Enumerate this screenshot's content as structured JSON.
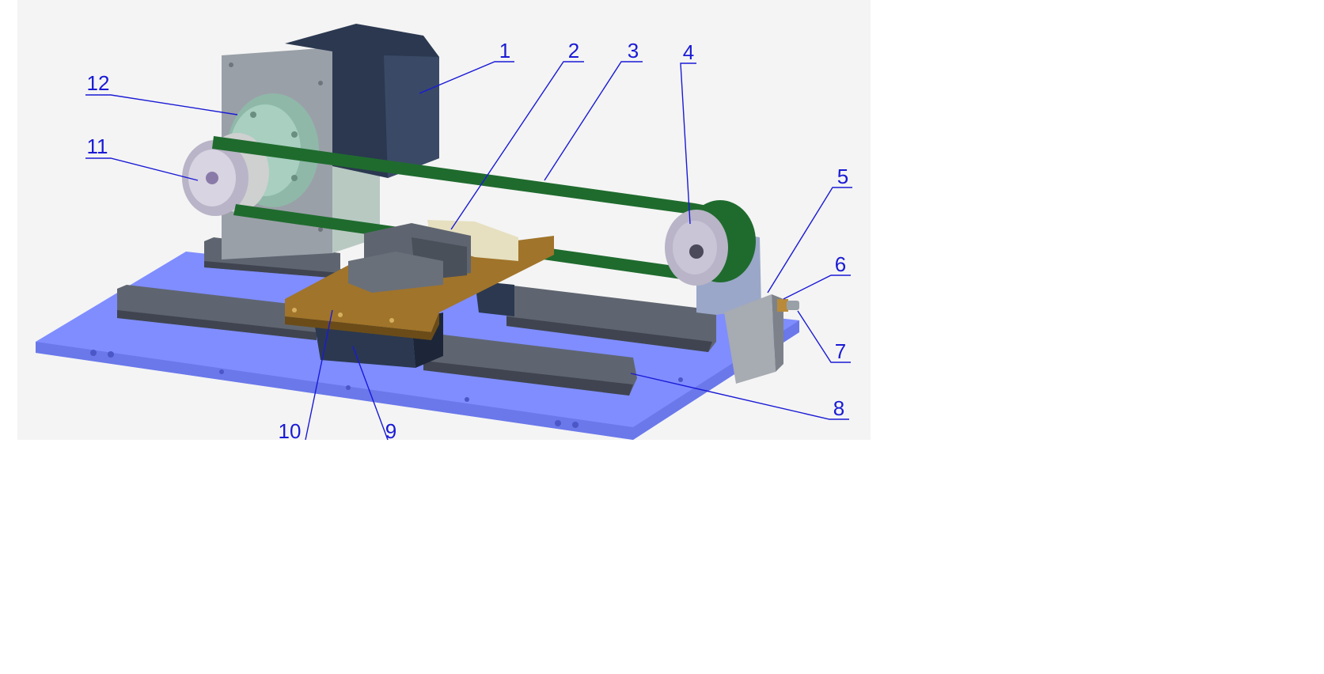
{
  "figure": {
    "colors": {
      "background": "#f4f4f4",
      "base_plate": "#7f8dff",
      "base_plate_dark": "#5a67d8",
      "rail": "#5f6570",
      "rail_dark": "#3f4450",
      "carriage": "#a0742a",
      "carriage_dark": "#6b4c18",
      "belt": "#1f6b2e",
      "motor": "#2b3850",
      "motor_plate": "#9aa0a8",
      "coupling": "#8fb8a8",
      "pulley": "#b9b4c7",
      "callout": "#1a1ad6"
    },
    "callouts": [
      {
        "id": "c1",
        "label": "1",
        "part": "stepper-motor"
      },
      {
        "id": "c2",
        "label": "2",
        "part": "belt-clamp"
      },
      {
        "id": "c3",
        "label": "3",
        "part": "timing-belt"
      },
      {
        "id": "c4",
        "label": "4",
        "part": "idler-pulley"
      },
      {
        "id": "c5",
        "label": "5",
        "part": "end-bracket"
      },
      {
        "id": "c6",
        "label": "6",
        "part": "limit-sensor"
      },
      {
        "id": "c7",
        "label": "7",
        "part": "adjust-screw"
      },
      {
        "id": "c8",
        "label": "8",
        "part": "linear-rail"
      },
      {
        "id": "c9",
        "label": "9",
        "part": "slider-block"
      },
      {
        "id": "c10",
        "label": "10",
        "part": "carriage-plate"
      },
      {
        "id": "c11",
        "label": "11",
        "part": "drive-pulley"
      },
      {
        "id": "c12",
        "label": "12",
        "part": "motor-coupling"
      }
    ]
  }
}
